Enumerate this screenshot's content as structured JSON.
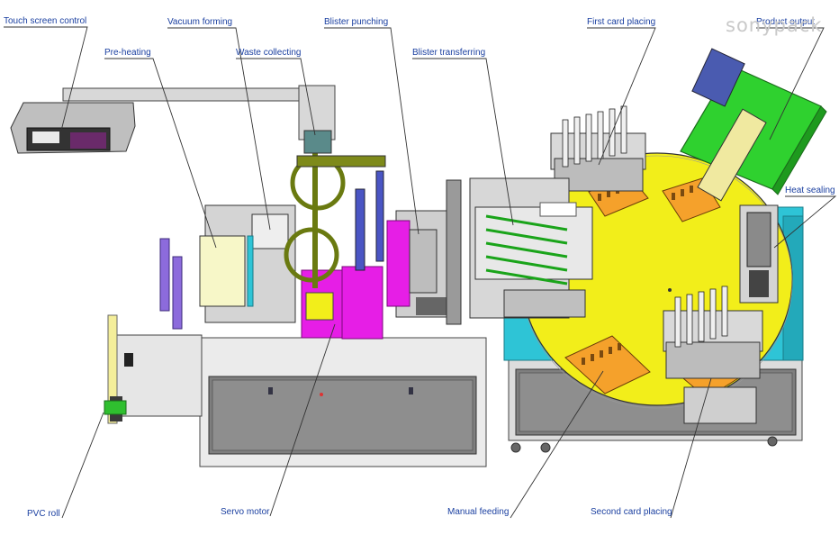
{
  "watermark": "sonypack",
  "labels": {
    "touch_screen": "Touch screen control",
    "vacuum_forming": "Vacuum forming",
    "blister_punching": "Blister punching",
    "first_card": "First card placing",
    "product_output": "Product output",
    "pre_heating": "Pre-heating",
    "waste_collecting": "Waste collecting",
    "blister_transferring": "Blister transferring",
    "heat_sealing": "Heat sealing",
    "pvc_roll": "PVC roll",
    "servo_motor": "Servo motor",
    "manual_feeding": "Manual feeding",
    "second_card": "Second card placing"
  },
  "colors": {
    "label_text": "#1a3fa0",
    "leader_line": "#333333",
    "platform_yellow": "#f2ee1a",
    "conveyor_green": "#2fd12f",
    "cyan_frame": "#2ec4d6",
    "magenta_part": "#e61ee6",
    "orange_plate": "#f5a12b",
    "cabinet_gray": "#8c8c8c"
  }
}
